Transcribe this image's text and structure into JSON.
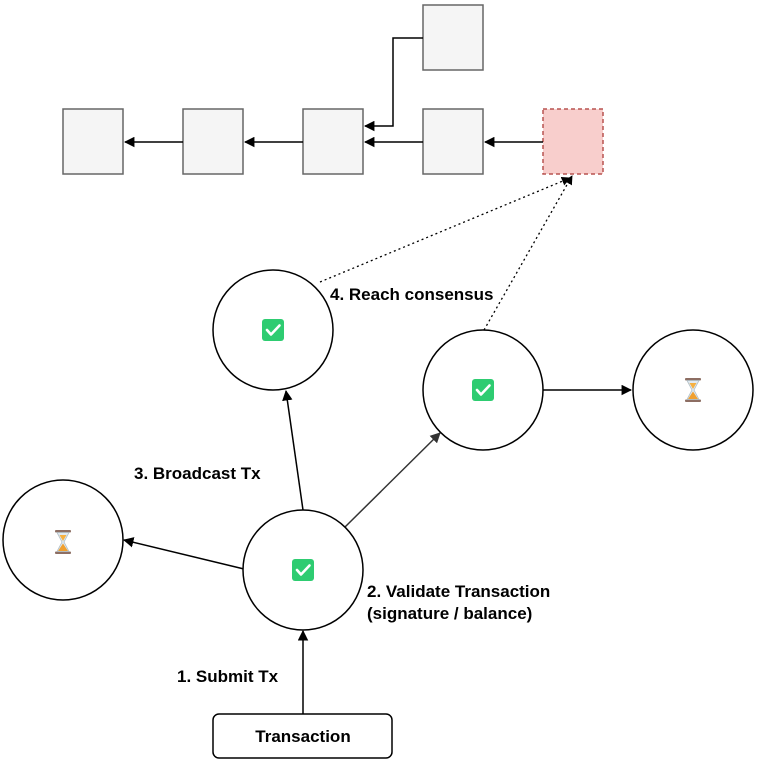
{
  "steps": {
    "submit": "1. Submit Tx",
    "validate_line1": "2. Validate Transaction",
    "validate_line2": "(signature / balance)",
    "broadcast": "3. Broadcast Tx",
    "consensus": "4. Reach consensus"
  },
  "transaction": {
    "label": "Transaction"
  },
  "icons": {
    "validated": "check-mark-icon",
    "pending": "hourglass-icon"
  },
  "colors": {
    "check_bg": "#2ecc71",
    "pending_block_fill": "#f8cecc",
    "pending_block_stroke": "#b85450",
    "block_fill": "#f5f5f5",
    "block_stroke": "#666666"
  }
}
